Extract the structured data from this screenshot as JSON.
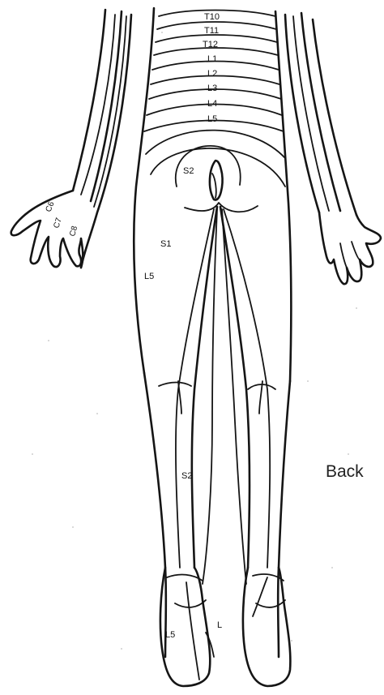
{
  "caption": "Back",
  "labels": {
    "t10": "T10",
    "t11": "T11",
    "t12": "T12",
    "l1": "L1",
    "l2": "L2",
    "l3": "L3",
    "l4": "L4",
    "l5_back": "L5",
    "s2_buttock": "S2",
    "s1_thigh": "S1",
    "l5_thigh": "L5",
    "s2_calf": "S2",
    "l5_foot": "L5",
    "l1_foot": "L",
    "c6": "C6",
    "c7": "C7",
    "c8": "C8"
  }
}
